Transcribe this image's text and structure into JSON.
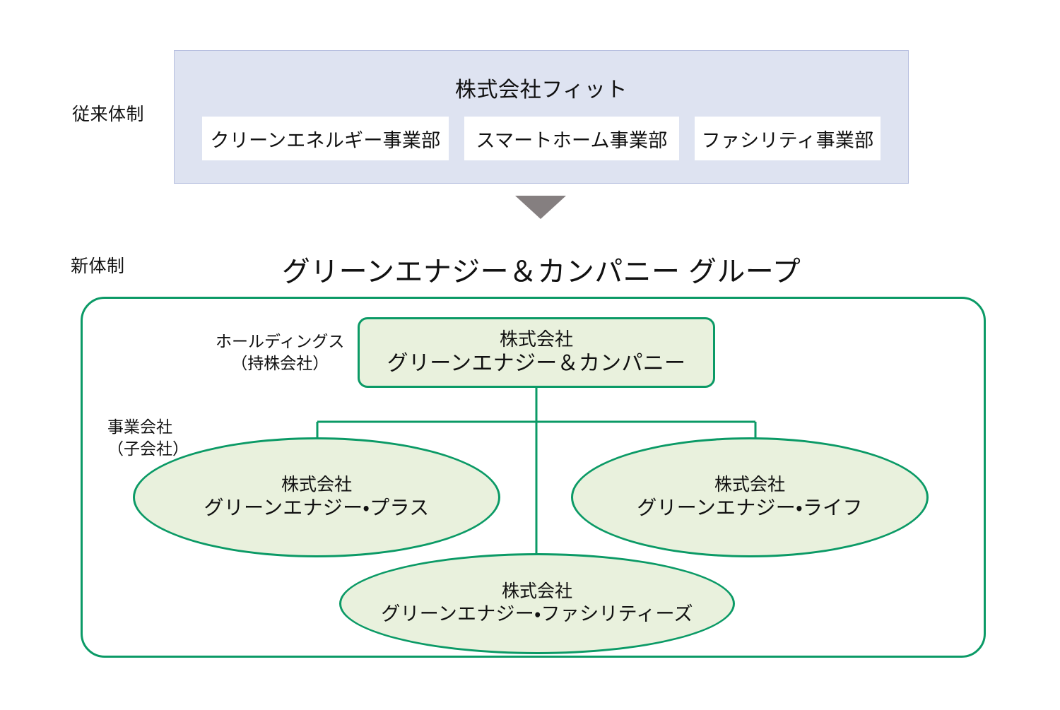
{
  "diagram": {
    "type": "organizational-restructuring-chart",
    "sections": {
      "legacy": {
        "side_label": "従来体制",
        "company_name": "株式会社フィット",
        "divisions": [
          "クリーンエネルギー事業部",
          "スマートホーム事業部",
          "ファシリティ事業部"
        ]
      },
      "transition": {
        "arrow_icon": "down-triangle-icon"
      },
      "new": {
        "side_label": "新体制",
        "group_title": "グリーンエナジー＆カンパニー グループ",
        "tiers": [
          {
            "label_main": "ホールディングス",
            "label_sub": "（持株会社）"
          },
          {
            "label_main": "事業会社",
            "label_sub": "（子会社）"
          }
        ],
        "holdings": {
          "prefix": "株式会社",
          "name": "グリーンエナジー＆カンパニー"
        },
        "subsidiaries": [
          {
            "prefix": "株式会社",
            "name": "グリーンエナジー・プラス"
          },
          {
            "prefix": "株式会社",
            "name": "グリーンエナジー・ライフ"
          },
          {
            "prefix": "株式会社",
            "name": "グリーンエナジー・ファシリティーズ"
          }
        ]
      }
    },
    "colors": {
      "legacy_panel_fill": "#dee3f1",
      "legacy_panel_border": "#b7bfdf",
      "division_box_fill": "#ffffff",
      "arrow_fill": "#857f80",
      "group_border": "#0b9a66",
      "node_fill": "#e9f1dd",
      "text": "#111111"
    }
  }
}
